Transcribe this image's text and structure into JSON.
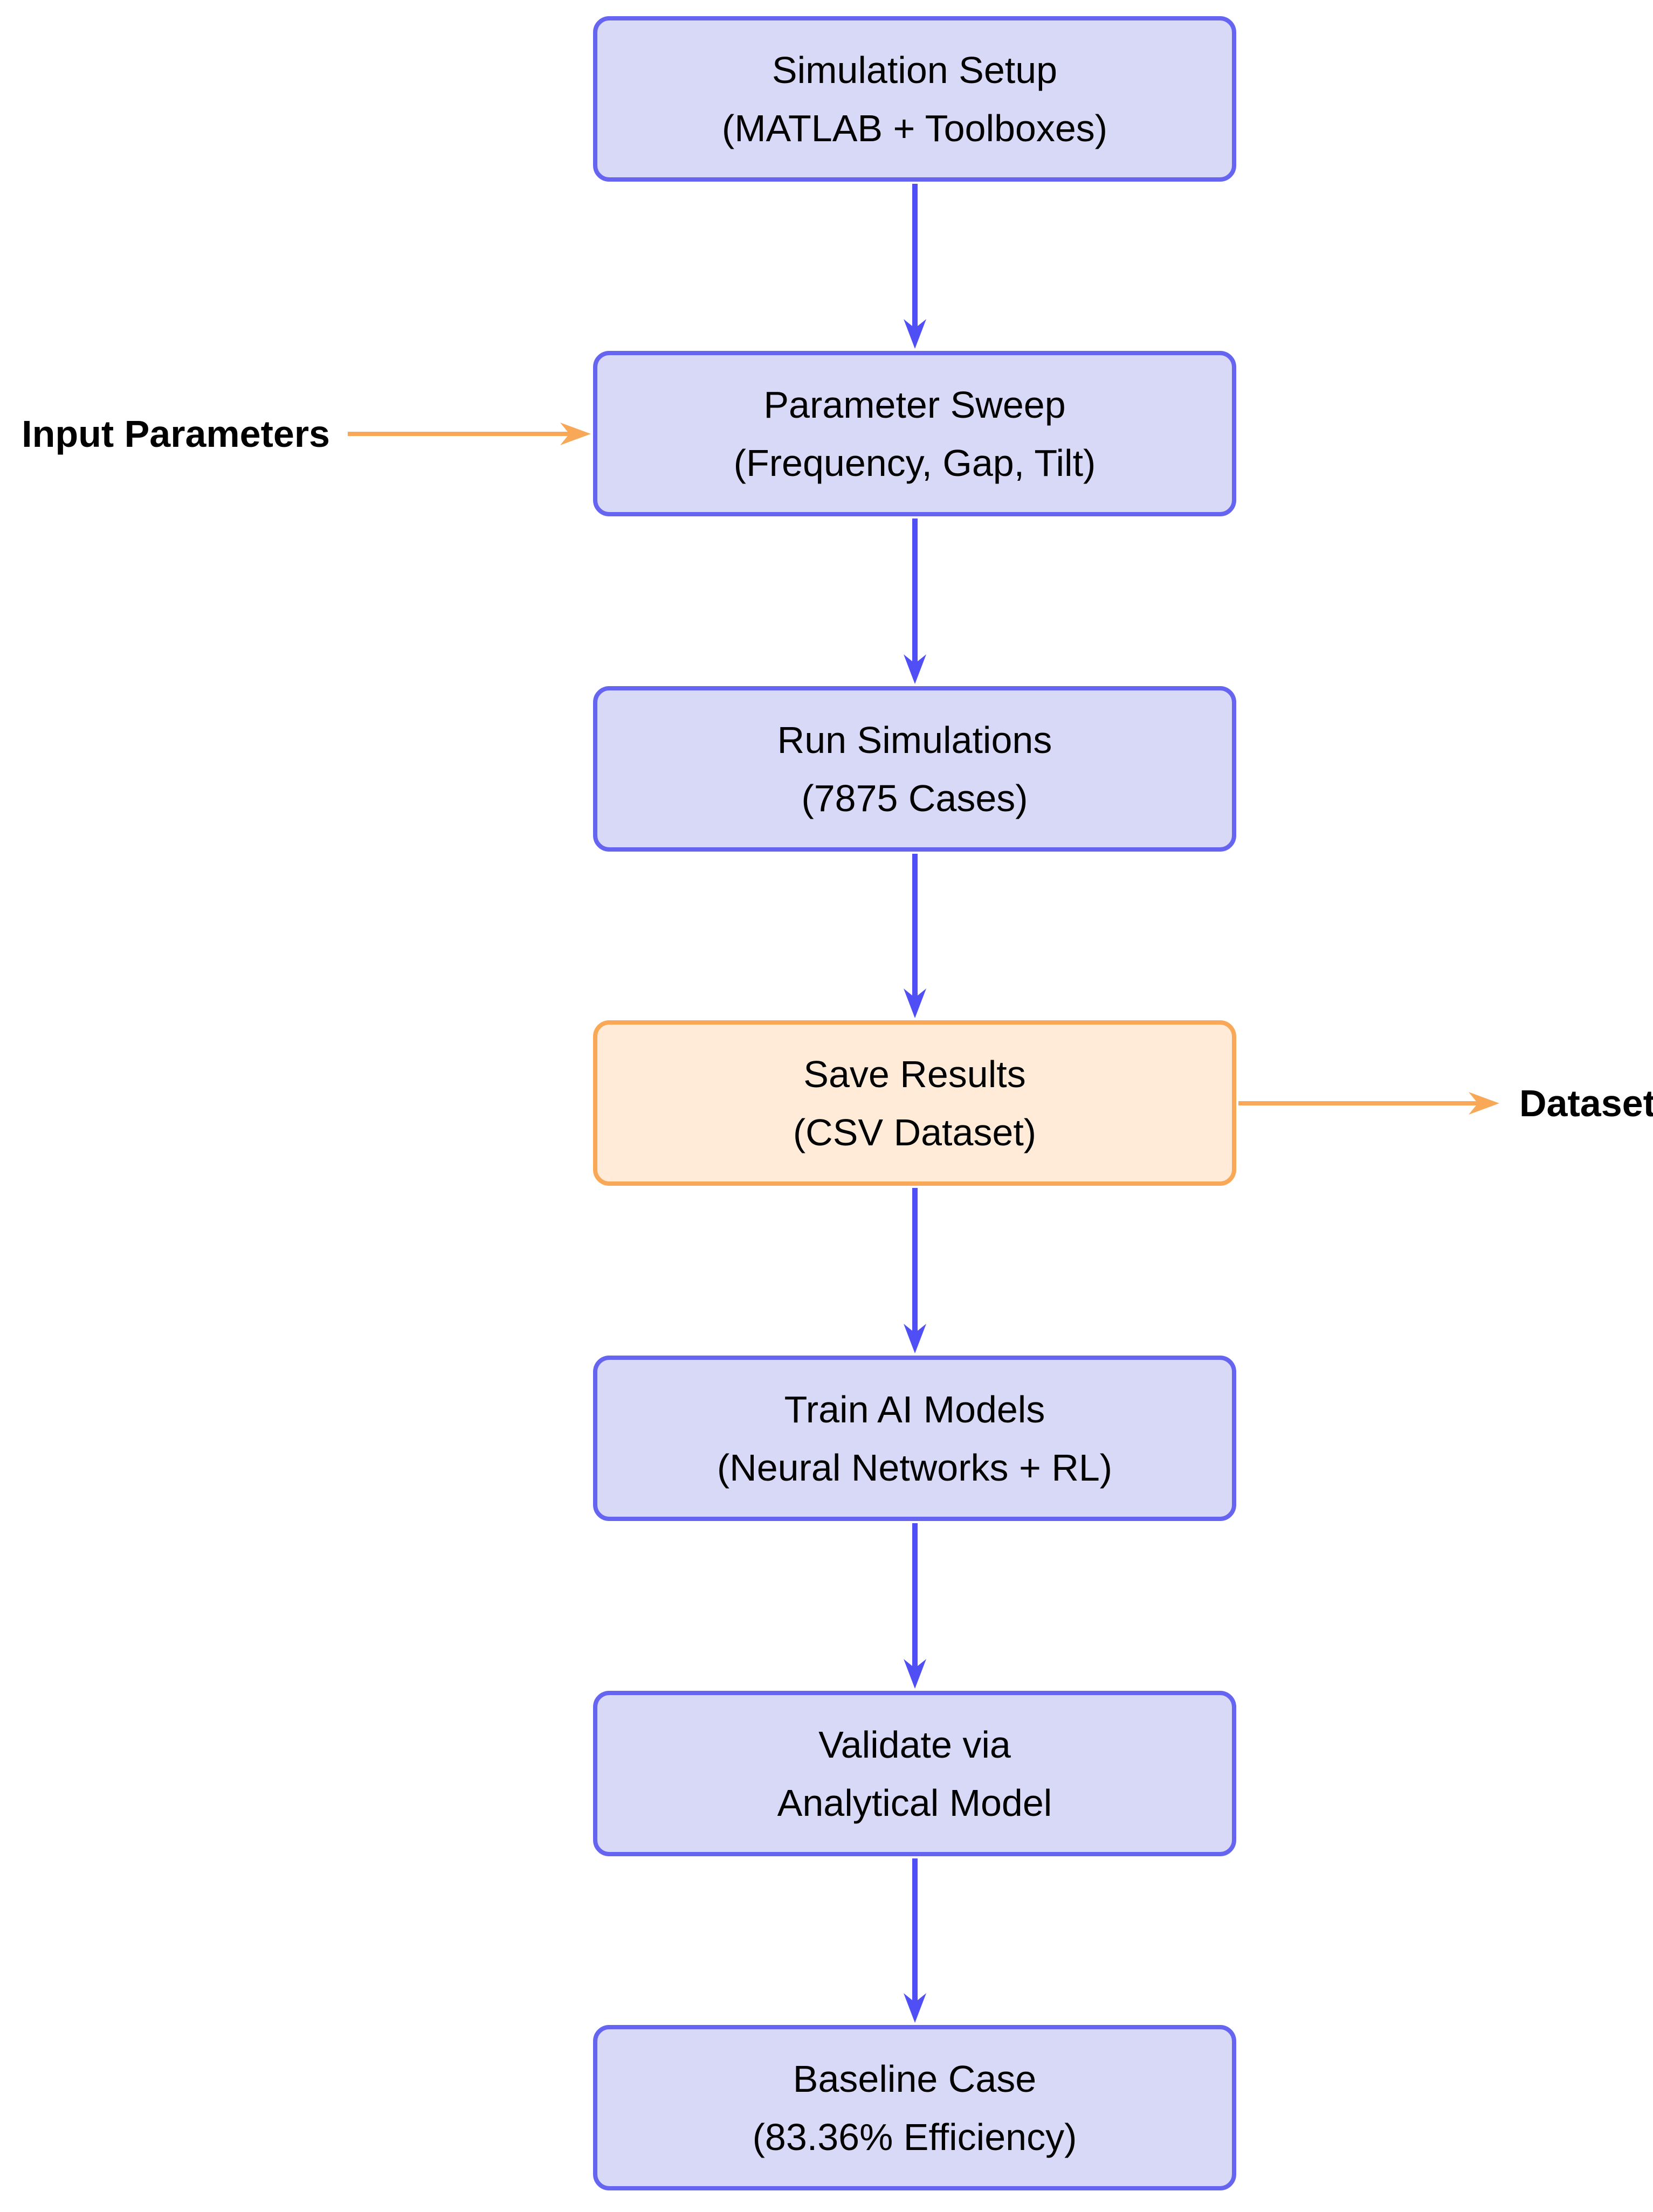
{
  "diagram": {
    "nodes": [
      {
        "id": "simulation-setup",
        "line1": "Simulation Setup",
        "line2": "(MATLAB + Toolboxes)",
        "style": "blue"
      },
      {
        "id": "parameter-sweep",
        "line1": "Parameter Sweep",
        "line2": "(Frequency, Gap, Tilt)",
        "style": "blue"
      },
      {
        "id": "run-simulations",
        "line1": "Run Simulations",
        "line2": "(7875 Cases)",
        "style": "blue"
      },
      {
        "id": "save-results",
        "line1": "Save Results",
        "line2": "(CSV Dataset)",
        "style": "orange"
      },
      {
        "id": "train-ai-models",
        "line1": "Train AI Models",
        "line2": "(Neural Networks + RL)",
        "style": "blue"
      },
      {
        "id": "validate",
        "line1": "Validate via",
        "line2": "Analytical Model",
        "style": "blue"
      },
      {
        "id": "baseline-case",
        "line1": "Baseline Case",
        "line2": "(83.36% Efficiency)",
        "style": "blue"
      }
    ],
    "input_label": "Input Parameters",
    "dataset_label": "Dataset",
    "edges": [
      "simulation-setup -> parameter-sweep",
      "parameter-sweep -> run-simulations",
      "run-simulations -> save-results",
      "save-results -> train-ai-models",
      "train-ai-models -> validate",
      "validate -> baseline-case",
      "input-parameters -> parameter-sweep",
      "save-results -> dataset"
    ],
    "colors": {
      "node_fill_blue": "#d8d8f7",
      "node_border_blue": "#6565f1",
      "node_fill_orange": "#ffebd8",
      "node_border_orange": "#f9a857",
      "arrow_blue": "#4f4ff5",
      "arrow_orange": "#f9a857",
      "text": "#000000",
      "background": "#ffffff"
    }
  }
}
